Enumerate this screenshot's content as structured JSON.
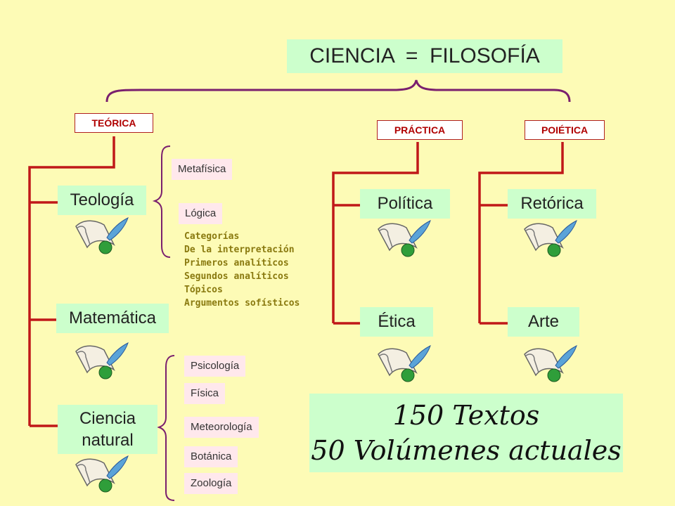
{
  "title": "CIENCIA  =  FILOSOFÍA",
  "branches": {
    "teorica": "TEÓRICA",
    "practica": "PRÁCTICA",
    "poietica": "POIÉTICA"
  },
  "teorica_areas": {
    "teologia": "Teología",
    "matematica": "Matemática",
    "ciencia_natural_line1": "Ciencia",
    "ciencia_natural_line2": "natural"
  },
  "teologia_works": {
    "metafisica": "Metafísica",
    "logica": "Lógica",
    "logica_list": [
      "Categorías",
      "De la interpretación",
      "Primeros analíticos",
      "Segundos analíticos",
      "Tópicos",
      "Argumentos sofísticos"
    ]
  },
  "ciencia_natural_works": [
    "Psicología",
    "Física",
    "Meteorología",
    "Botánica",
    "Zoología"
  ],
  "practica_areas": {
    "politica": "Política",
    "etica": "Ética"
  },
  "poietica_areas": {
    "retorica": "Retórica",
    "arte": "Arte"
  },
  "summary": {
    "line1": "150 Textos",
    "line2": "50 Volúmenes actuales"
  },
  "icon": "scroll-and-quill-icon",
  "colors": {
    "background": "#fdfbb6",
    "line": "#c01818",
    "brace": "#7a1f6e",
    "box": "#ccffcc",
    "work_box": "#ffe8ec"
  }
}
